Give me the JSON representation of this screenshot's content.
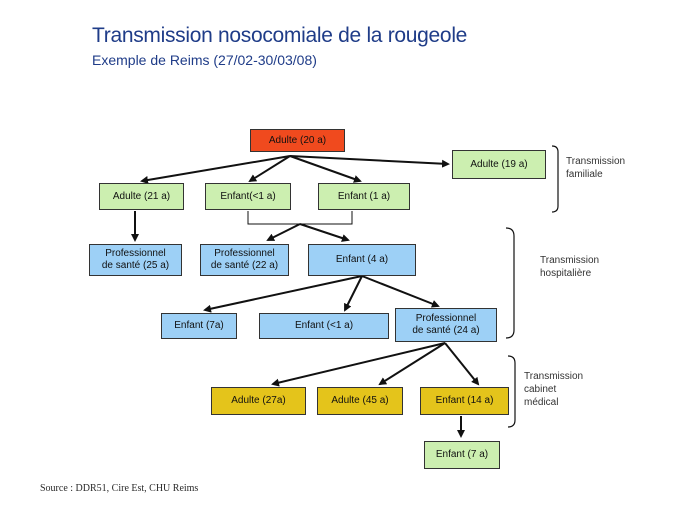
{
  "header": {
    "title": "Transmission nosocomiale de la rougeole",
    "subtitle": "Exemple de Reims (27/02-30/03/08)"
  },
  "source": "Source : DDR51, Cire Est, CHU Reims",
  "nodes": {
    "adulte20": "Adulte (20 a)",
    "adulte19": "Adulte (19 a)",
    "adulte21": "Adulte (21 a)",
    "enfant_lt1_a": "Enfant(<1 a)",
    "enfant1": "Enfant (1 a)",
    "pro25": "Professionnel\nde santé (25 a)",
    "pro22": "Professionnel\nde santé (22 a)",
    "enfant4": "Enfant  (4 a)",
    "enfant7a": "Enfant (7a)",
    "enfant_lt1_b": "Enfant (<1 a)",
    "pro24": "Professionnel\nde santé (24 a)",
    "adulte27": "Adulte (27a)",
    "adulte45": "Adulte (45 a)",
    "enfant14": "Enfant (14 a)",
    "enfant7b": "Enfant (7 a)"
  },
  "groups": {
    "familiale": "Transmission\nfamiliale",
    "hospitaliere": "Transmission\nhospitalière",
    "cabinet": "Transmission\ncabinet\nmédical"
  },
  "colors": {
    "index_case": "#f04a1e",
    "family": "#ccefb0",
    "hospital": "#9dd0f6",
    "medical_office": "#e4c41b",
    "title": "#1f3c88"
  }
}
